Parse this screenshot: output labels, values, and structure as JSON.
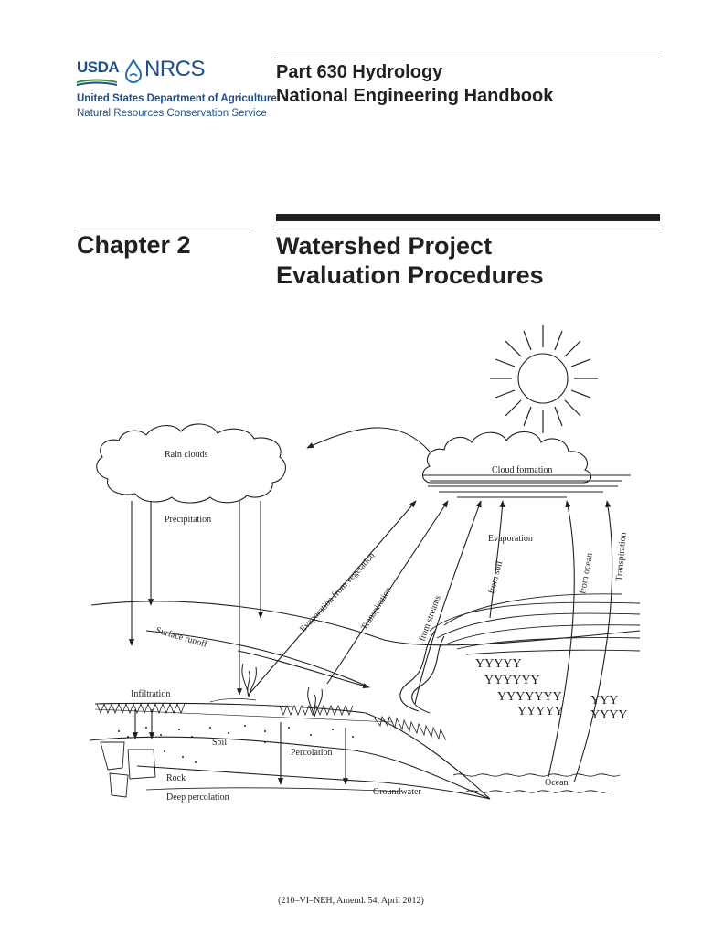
{
  "logo": {
    "agency_short": "USDA",
    "service_short": "NRCS",
    "department": "United States Department of Agriculture",
    "service": "Natural Resources Conservation Service",
    "brand_color": "#1f4e8c",
    "drop_color": "#1f6fb5",
    "field_color": "#3f8f3a"
  },
  "header": {
    "part": "Part 630 Hydrology",
    "handbook": "National Engineering Handbook"
  },
  "chapter": {
    "label": "Chapter 2",
    "title_line1": "Watershed Project",
    "title_line2": "Evaluation Procedures"
  },
  "diagram": {
    "labels": {
      "rain_clouds": "Rain clouds",
      "cloud_formation": "Cloud formation",
      "precipitation": "Precipitation",
      "evaporation": "Evaporation",
      "from_soil": "from soil",
      "from_ocean": "from ocean",
      "transpiration_right": "Transpiration",
      "evap_vegetation": "Evaporation from vegetation",
      "transpiration_left": "Transpiration",
      "from_streams": "from streams",
      "surface_runoff": "Surface runoff",
      "infiltration": "Infiltration",
      "soil": "Soil",
      "percolation": "Percolation",
      "rock": "Rock",
      "deep_percolation": "Deep percolation",
      "groundwater": "Groundwater",
      "ocean": "Ocean"
    }
  },
  "footer": {
    "citation": "(210–VI–NEH, Amend. 54, April 2012)"
  }
}
